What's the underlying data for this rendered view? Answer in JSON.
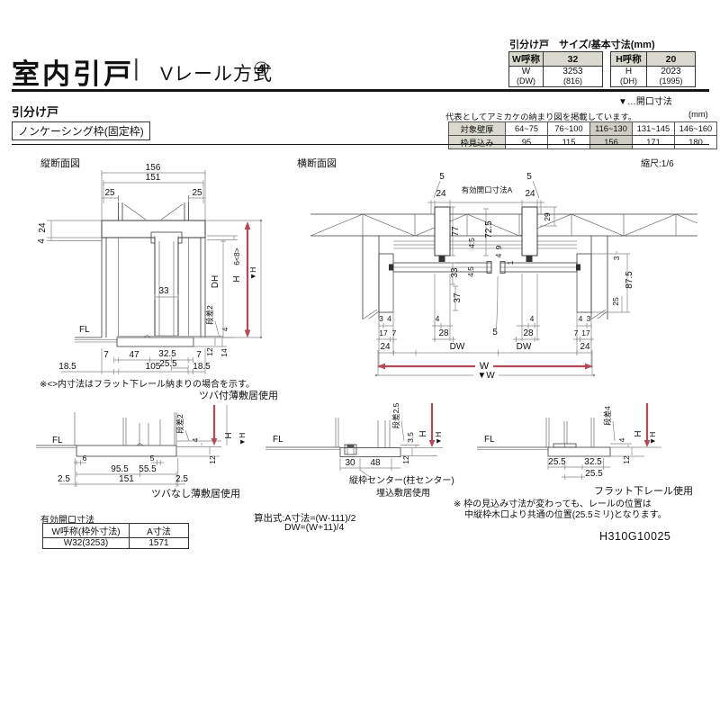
{
  "page": {
    "title": "室内引戸",
    "divider": "|",
    "method": "Vレール方式",
    "method_no": "④",
    "doc_code": "H310G10025"
  },
  "size_table": {
    "caption": "引分け戸　サイズ/基本寸法(mm)",
    "w": {
      "name_h": "W呼称",
      "val_h": "32",
      "name": "W",
      "name_sub": "(DW)",
      "val": "3253",
      "val_sub": "(816)"
    },
    "h": {
      "name_h": "H呼称",
      "val_h": "20",
      "name": "H",
      "name_sub": "(DH)",
      "val": "2023",
      "val_sub": "(1995)"
    },
    "legend": "▼…開口寸法"
  },
  "section": {
    "door_type": "引分け戸",
    "frame_type": "ノンケーシング枠(固定枠)",
    "note": "代表としてアミカケの納まり図を掲載しています。",
    "unit": "(mm)",
    "scale": "縮尺:1/6"
  },
  "wall_table": {
    "rows": [
      [
        "対象壁厚",
        "64~75",
        "76~100",
        "116~130",
        "131~145",
        "146~160"
      ],
      [
        "枠見込み",
        "95",
        "115",
        "156",
        "171",
        "180"
      ]
    ]
  },
  "vsec": {
    "label": "縦断面図",
    "fl": "FL",
    "d156": "156",
    "d151": "151",
    "d25l": "25",
    "d25r": "25",
    "d24": "24",
    "d4": "4",
    "d33": "33",
    "d68": "6<8>",
    "dh": "DH",
    "h": "H",
    "hmark": "▼H",
    "dansa": "段差2",
    "d4b": "4",
    "d12": "12",
    "d14": "14",
    "d7l": "7",
    "d47": "47",
    "d325": "32.5",
    "d255": "25.5",
    "d7r": "7",
    "d185l": "18.5",
    "d105": "105",
    "d185r": "18.5",
    "note": "※<>内寸法はフラット下レール納まりの場合を示す。",
    "caption": "ツバ付薄敷居使用"
  },
  "hsec": {
    "label": "横断面図",
    "d5l": "5",
    "d24l": "24",
    "akaikou": "有効開口寸法A",
    "d5r": "5",
    "d24r": "24",
    "d29": "29",
    "d77": "77",
    "d725": "72.5",
    "d45a": "4.5",
    "d45b": "4.5",
    "d9": "9",
    "d4c": "4",
    "d1": "1",
    "d33": "33",
    "d37": "37",
    "d3r": "3",
    "d875": "87.5",
    "d25": "25",
    "b3l": "3",
    "b4l": "4",
    "b4cl": "4",
    "b5": "5",
    "b4cr": "4",
    "b4r": "4",
    "b3r": "3",
    "b17l": "17",
    "b7l": "7",
    "b28l": "28",
    "b28r": "28",
    "b7r": "7",
    "b17r": "17",
    "b24l": "24",
    "dwl": "DW",
    "dwr": "DW",
    "b24r": "24",
    "w": "W",
    "wmark": "▼W"
  },
  "det1": {
    "fl": "FL",
    "d6": "6",
    "d955": "95.5",
    "d5": "5",
    "d555": "55.5",
    "d25a": "2.5",
    "d151": "151",
    "d25b": "2.5",
    "dansa": "段差2",
    "d4": "4",
    "d12": "12",
    "h": "H",
    "hmark": "▼H",
    "caption": "ツバなし薄敷居使用"
  },
  "det2": {
    "fl": "FL",
    "d30": "30",
    "d48": "48",
    "dansa": "段差2.5",
    "d35": "3.5",
    "d12": "12",
    "h": "H",
    "hmark": "▼H",
    "caption1": "縦枠センター(柱センター)",
    "caption2": "埋込敷居使用"
  },
  "det3": {
    "fl": "FL",
    "d255a": "25.5",
    "d325": "32.5",
    "d255b": "25.5",
    "dansa": "段差4",
    "d4": "4",
    "d12": "12",
    "h": "H",
    "hmark": "▼H",
    "caption": "フラット下レール使用"
  },
  "opening_table": {
    "title": "有効開口寸法",
    "col1": "W呼称(枠外寸法)",
    "col2": "A寸法",
    "val1": "W32(3253)",
    "val2": "1571"
  },
  "formula": {
    "line1": "算出式:A寸法=(W-111)/2",
    "line2": "DW=(W+11)/4"
  },
  "rail_note": {
    "line1": "※ 枠の見込み寸法が変わっても、レールの位置は",
    "line2": "中縦枠木口より共通の位置(25.5ミリ)となります。"
  },
  "colors": {
    "red": "#b54a57",
    "shade": "#d9d9cf",
    "shade_highlight": "#cdcdc3"
  }
}
